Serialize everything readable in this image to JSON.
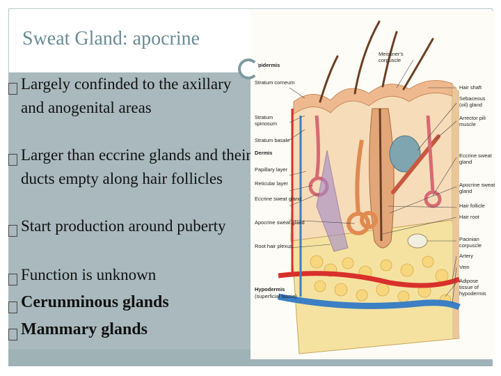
{
  "slide": {
    "title": "Sweat Gland: apocrine",
    "bullets": [
      {
        "mark": "",
        "text": "Largely confinded to the axillary and anogenital areas",
        "style": "normal"
      },
      {
        "mark": "",
        "text": "Larger than eccrine glands and their ducts empty along hair follicles",
        "style": "normal"
      },
      {
        "mark": "",
        "text": "Start production around puberty",
        "style": "normal"
      },
      {
        "mark": "",
        "text": "Function is unknown",
        "style": "normal"
      },
      {
        "mark": "",
        "text": "Cerunminous glands",
        "style": "bold"
      },
      {
        "mark": "",
        "text": "Mammary glands",
        "style": "bold"
      }
    ]
  },
  "diagram": {
    "labels_left": {
      "epidermis": "Epidermis",
      "stratum_corneum": "Stratum corneum",
      "stratum_spinosum_1": "Stratum",
      "stratum_spinosum_2": "spinosum",
      "stratum_basale": "Stratum basale",
      "dermis": "Dermis",
      "papillary_layer": "Papillary layer",
      "reticular_layer": "Reticular layer",
      "eccrine_sweat_gland": "Eccrine sweat gland",
      "apocrine_sweat_gland": "Apocrine sweat gland",
      "root_hair_plexus": "Root hair plexus",
      "hypodermis": "Hypodermis",
      "superficial_fascia": "(superficial fascia)"
    },
    "labels_right": {
      "meissners_1": "Meissner's",
      "meissners_2": "corpuscle",
      "hair_shaft": "Hair shaft",
      "sebaceous_1": "Sebaceous",
      "sebaceous_2": "(oil) gland",
      "arrector_1": "Arrector pili",
      "arrector_2": "muscle",
      "eccrine_1": "Eccrine sweat",
      "eccrine_2": "gland",
      "apocrine_1": "Apocrine sweat",
      "apocrine_2": "gland",
      "hair_follicle": "Hair follicle",
      "hair_root": "Hair root",
      "pacinian_1": "Pacinian",
      "pacinian_2": "corpuscle",
      "artery": "Artery",
      "vein": "Vein",
      "adipose_1": "Adipose",
      "adipose_2": "tissue of",
      "adipose_3": "hypodermis"
    },
    "colors": {
      "skin": "#f3c79a",
      "dermis": "#f6ddb8",
      "fat": "#f7e7a0",
      "artery": "#d9302b",
      "vein": "#3b7fc4",
      "hair": "#7a4a2a",
      "gland": "#e08a8a"
    }
  }
}
